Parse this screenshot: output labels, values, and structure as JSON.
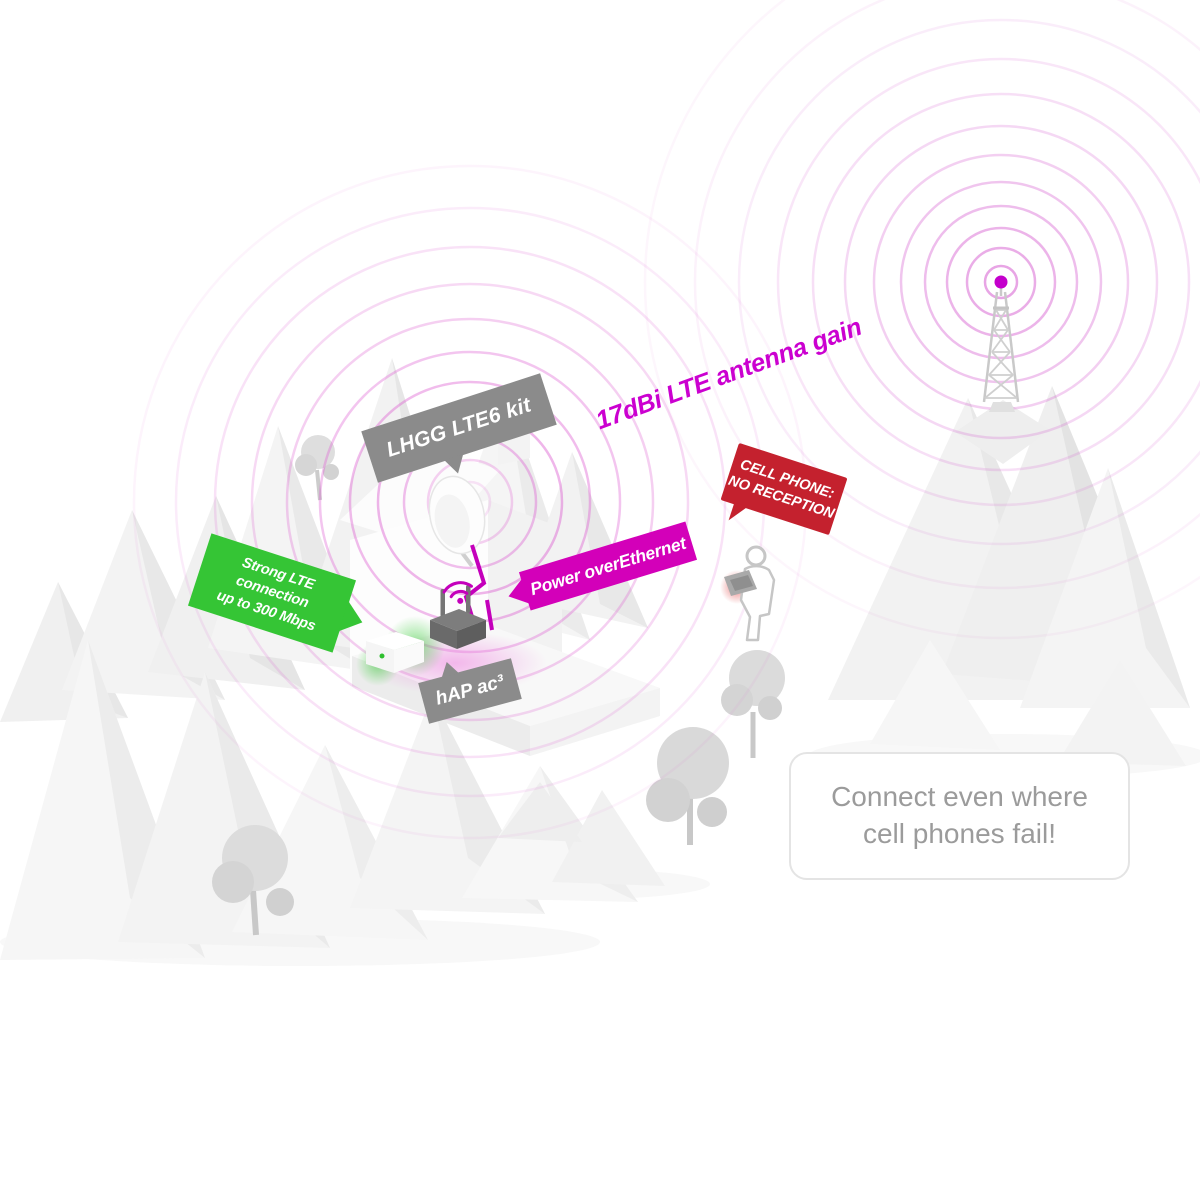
{
  "scene": {
    "background": "#ffffff",
    "ring_color_tower": "#d14ccb",
    "ring_color_dish": "#dd5fd2",
    "mountain_color": "#f2f2f2",
    "tree_color": "#d8d8d8"
  },
  "labels": {
    "lhgg_kit": {
      "text": "LHGG LTE6 kit",
      "bg": "#8b8b8b",
      "color": "#ffffff"
    },
    "antenna_gain": {
      "text": "17dBi LTE antenna gain",
      "color": "#cb00d0"
    },
    "cell_phone": {
      "line1": "CELL PHONE:",
      "line2": "NO RECEPTION",
      "bg": "#c4212e",
      "color": "#ffffff"
    },
    "strong_lte": {
      "line1": "Strong LTE connection",
      "line2": "up to 300 Mbps",
      "bg": "#35c535",
      "color": "#ffffff"
    },
    "poe": {
      "text": "Power overEthernet",
      "bg": "#d300b9",
      "color": "#ffffff"
    },
    "hap": {
      "text": "hAP ac³",
      "bg": "#8b8b8b",
      "color": "#ffffff"
    },
    "connect": {
      "line1": "Connect even where",
      "line2": "cell phones fail!",
      "color": "#9b9b9b"
    }
  },
  "icons": {
    "cell_tower": "lattice radio tower with magenta beacon",
    "radio_waves": "concentric magenta signal rings",
    "dish_antenna": "LHGG white dish antenna",
    "router": "hAP ac³ wifi router with two antennas",
    "wifi_signal": "magenta wifi arcs",
    "client_device": "white client box with green LED",
    "person_with_phone": "outline person holding phone with red no-signal glow",
    "tree": "low-poly gray tree",
    "mountains": "low-poly gray mountain range"
  }
}
